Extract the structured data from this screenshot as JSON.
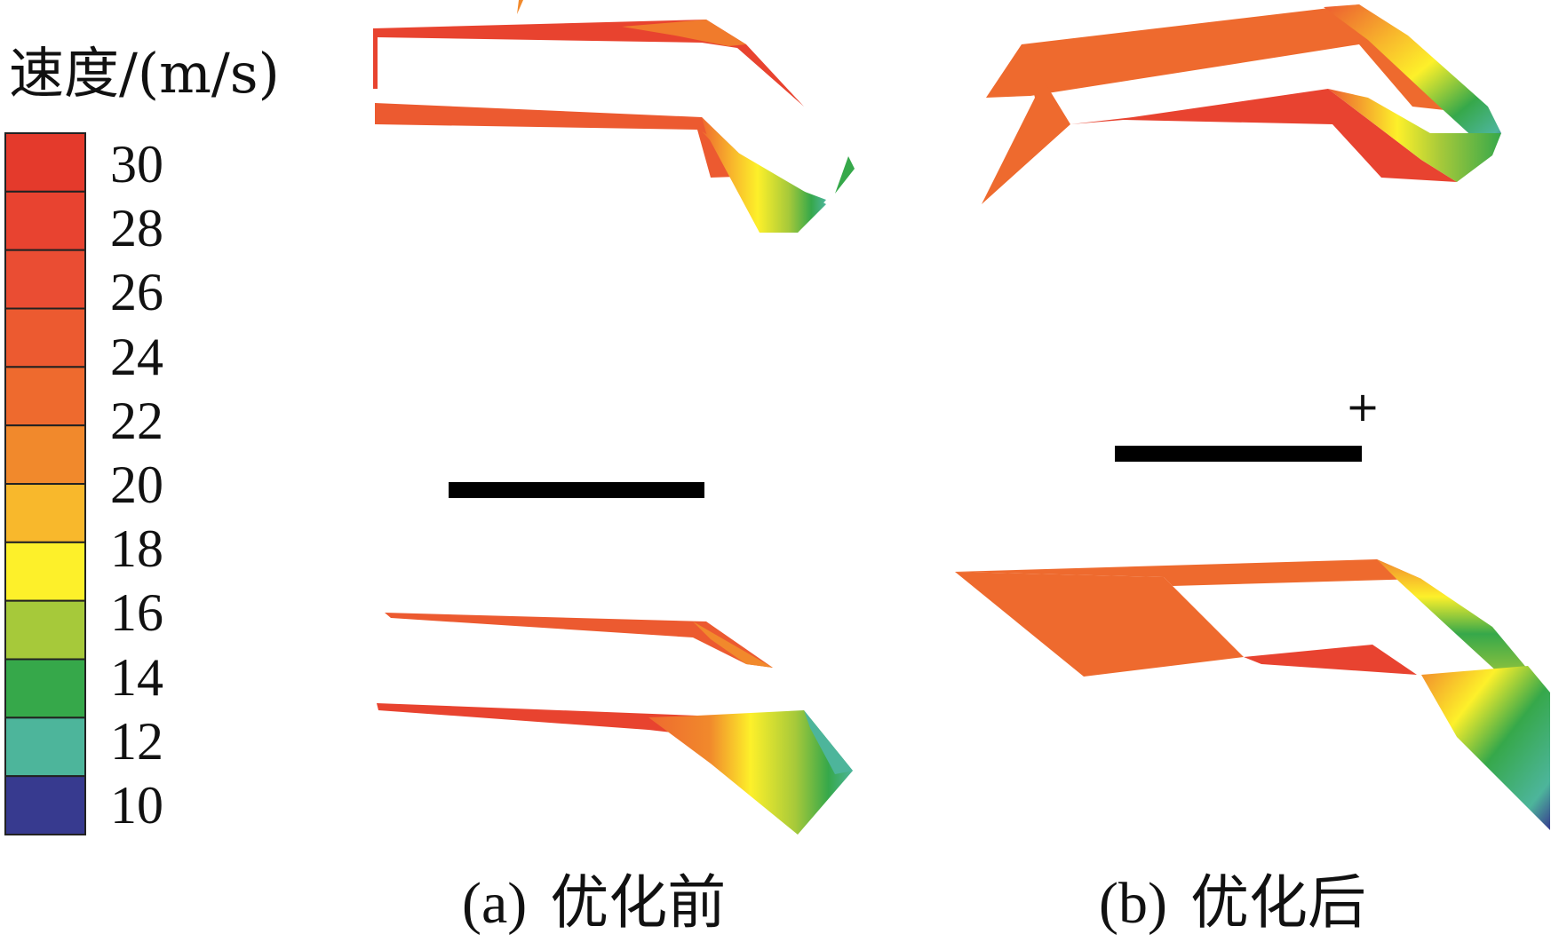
{
  "legend": {
    "title": "速度/(m/s)",
    "ticks": [
      "30",
      "28",
      "26",
      "24",
      "22",
      "20",
      "18",
      "16",
      "14",
      "12",
      "10"
    ],
    "colors": [
      "#e43a2c",
      "#e84330",
      "#ea4d33",
      "#ec5a30",
      "#ee6a2e",
      "#f1892c",
      "#f8b82c",
      "#fdf02a",
      "#a6c93a",
      "#36a84a",
      "#4db59b",
      "#373a8f"
    ]
  },
  "panels": [
    {
      "tag": "(a)",
      "title": "优化前"
    },
    {
      "tag": "(b)",
      "title": "优化后"
    }
  ],
  "marker": "+"
}
